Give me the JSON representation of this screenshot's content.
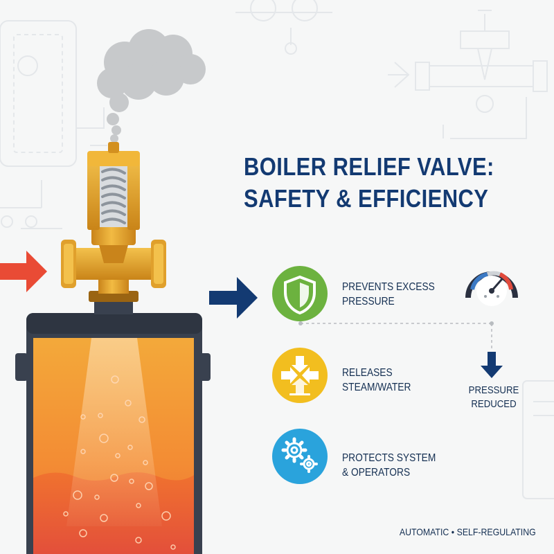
{
  "title": {
    "line1": "BOILER RELIEF VALVE:",
    "line2": "SAFETY & EFFICIENCY"
  },
  "features": [
    {
      "line1": "PREVENTS EXCESS",
      "line2": "PRESSURE",
      "icon": "shield-icon",
      "color": "#6cb23f"
    },
    {
      "line1": "RELEASES",
      "line2": "STEAM/WATER",
      "icon": "release-arrows-icon",
      "color": "#f2be1f"
    },
    {
      "line1": "PROTECTS SYSTEM",
      "line2": "& OPERATORS",
      "icon": "gears-icon",
      "color": "#2aa3dc"
    }
  ],
  "pressure": {
    "line1": "PRESSURE",
    "line2": "REDUCED"
  },
  "footer": {
    "left": "AUTOMATIC",
    "separator": "•",
    "right": "SELF-REGULATING"
  },
  "colors": {
    "navy": "#133a72",
    "inlet_arrow": "#e94b35",
    "brass": "#e9a82d",
    "boiler_body": "#39414f"
  }
}
